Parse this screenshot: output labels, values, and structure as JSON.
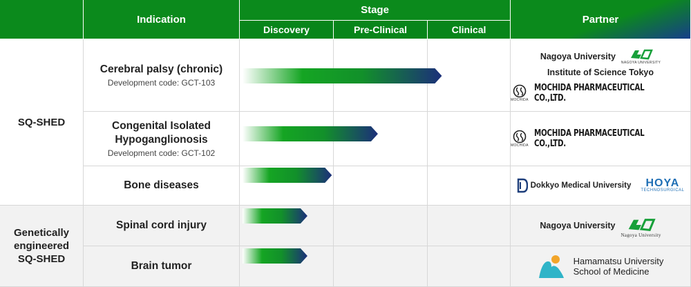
{
  "header": {
    "indication": "Indication",
    "stage": "Stage",
    "stages": [
      "Discovery",
      "Pre-Clinical",
      "Clinical"
    ],
    "partner": "Partner"
  },
  "groups": [
    {
      "label": "SQ-SHED"
    },
    {
      "label": "Genetically engineered SQ-SHED"
    }
  ],
  "rows": [
    {
      "indication": "Cerebral palsy (chronic)",
      "code": "Development code: GCT-103",
      "progress_stages": 2.15
    },
    {
      "indication": "Congenital Isolated Hypoganglionosis",
      "code": "Development code: GCT-102",
      "progress_stages": 1.47
    },
    {
      "indication": "Bone diseases",
      "code": "",
      "progress_stages": 0.98
    },
    {
      "indication": "Spinal cord injury",
      "code": "",
      "progress_stages": 0.72
    },
    {
      "indication": "Brain tumor",
      "code": "",
      "progress_stages": 0.72
    }
  ],
  "partners": {
    "nagoya": "Nagoya University",
    "nagoya_small": "NAGOYA UNIVERSITY",
    "nagoya_small_alt": "Nagoya University",
    "science_tokyo": "Institute of Science Tokyo",
    "mochida": "MOCHIDA PHARMACEUTICAL CO.,LTD.",
    "mochida_small": "MOCHIDA",
    "dokkyo": "Dokkyo Medical University",
    "hoya": "HOYA",
    "hoya_sub": "TECHNOSURGICAL",
    "hama_line1": "Hamamatsu University",
    "hama_line2": "School of Medicine"
  },
  "colors": {
    "header_green": "#0b8a1c",
    "bar_start": "#ffffff",
    "bar_mid": "#15a523",
    "bar_end": "#1c2f7a",
    "row_gray": "#f2f2f2"
  }
}
